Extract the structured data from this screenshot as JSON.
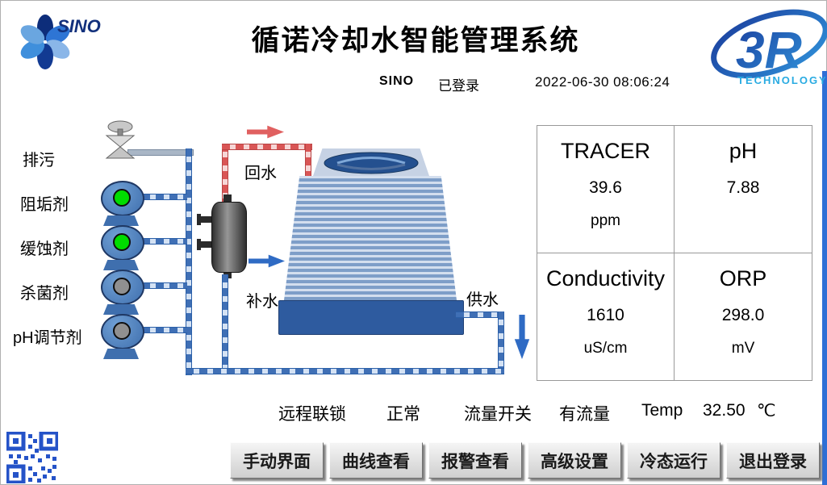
{
  "header": {
    "title": "循诺冷却水智能管理系统",
    "sino_logo_text": "SINO",
    "logo_3r_text": "3R",
    "logo_3r_sub": "TECHNOLOGY",
    "user": "SINO",
    "login_status": "已登录",
    "datetime": "2022-06-30 08:06:24"
  },
  "diagram": {
    "drain_label": "排污",
    "return_water_label": "回水",
    "makeup_water_label": "补水",
    "supply_water_label": "供水",
    "pumps": [
      {
        "label": "阻垢剂",
        "color": "#00dd00"
      },
      {
        "label": "缓蚀剂",
        "color": "#00dd00"
      },
      {
        "label": "杀菌剂",
        "color": "#909090"
      },
      {
        "label": "pH调节剂",
        "color": "#909090"
      }
    ]
  },
  "readings": [
    {
      "name": "TRACER",
      "value": "39.6",
      "unit": "ppm"
    },
    {
      "name": "pH",
      "value": "7.88",
      "unit": ""
    },
    {
      "name": "Conductivity",
      "value": "1610",
      "unit": "uS/cm"
    },
    {
      "name": "ORP",
      "value": "298.0",
      "unit": "mV"
    }
  ],
  "status_bar": {
    "interlock_label": "远程联锁",
    "interlock_value": "正常",
    "flow_label": "流量开关",
    "flow_value": "有流量",
    "temp_label": "Temp",
    "temp_value": "32.50",
    "temp_unit": "℃"
  },
  "buttons": [
    "手动界面",
    "曲线查看",
    "报警查看",
    "高级设置",
    "冷态运行",
    "退出登录"
  ],
  "colors": {
    "pipe_blue": "#3f6fb5",
    "pipe_red": "#d95555",
    "pump_running": "#00dd00",
    "pump_stopped": "#909090",
    "basin_blue": "#2e5b9f",
    "logo_blue": "#1e4fae",
    "logo_cyan": "#29abe2"
  }
}
